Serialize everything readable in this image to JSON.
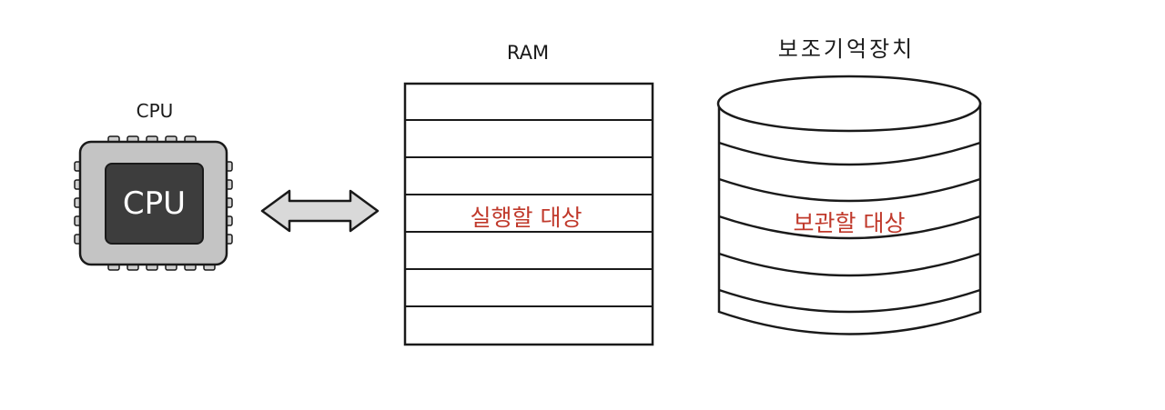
{
  "cpu": {
    "caption": "CPU",
    "chip_label": "CPU"
  },
  "ram": {
    "caption": "RAM",
    "note": "실행할 대상"
  },
  "storage": {
    "caption": "보조기억장치",
    "note": "보관할 대상"
  },
  "colors": {
    "note_text": "#c0392b",
    "chip_body": "#c4c4c4",
    "chip_core": "#3d3d3d",
    "arrow_fill": "#d9d9d9",
    "stroke": "#1a1a1a"
  },
  "icons": {
    "exchange": "double-arrow-icon"
  }
}
